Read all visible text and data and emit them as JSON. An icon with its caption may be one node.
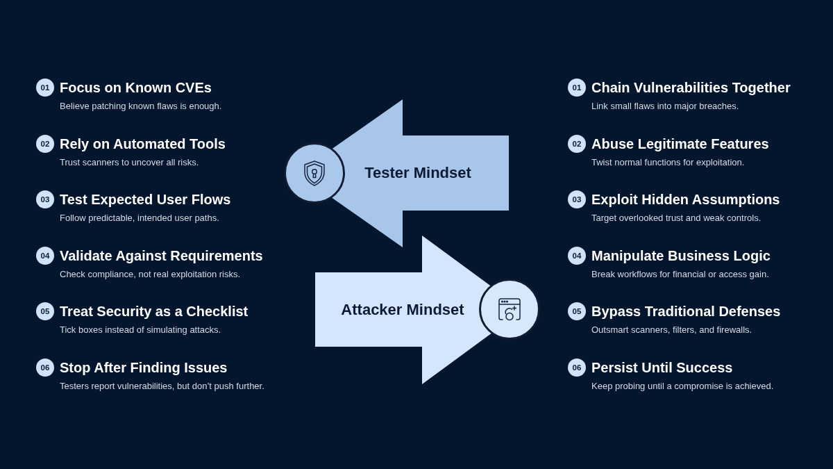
{
  "diagram": {
    "nodes": [
      {
        "text": [
          "01"
        ],
        "beside": [
          "Focus on Known CVEs",
          "Believe patching known flaws is enough."
        ]
      },
      {
        "text": [
          "02"
        ],
        "beside": [
          "Rely on Automated Tools",
          "Trust scanners to uncover all risks."
        ]
      },
      {
        "text": [
          "03"
        ],
        "beside": [
          "Test Expected User Flows",
          "Follow predictable, intended user paths."
        ]
      },
      {
        "text": [
          "04"
        ],
        "beside": [
          "Validate Against Requirements",
          "Check compliance, not real exploitation risks."
        ]
      },
      {
        "text": [
          "05"
        ],
        "beside": [
          "Treat Security as a Checklist",
          "Tick boxes instead of simulating attacks."
        ]
      },
      {
        "text": [
          "06"
        ],
        "beside": [
          "Stop After Finding Issues",
          "Testers report vulnerabilities, but don’t push further."
        ]
      },
      {
        "text": [
          "Tester Mindset"
        ]
      },
      {
        "text": [
          "Attacker Mindset"
        ]
      },
      {
        "text": [
          "01"
        ],
        "beside": [
          "Chain Vulnerabilities Together",
          "Link small flaws into major breaches."
        ]
      },
      {
        "text": [
          "02"
        ],
        "beside": [
          "Abuse Legitimate Features",
          "Twist normal functions for exploitation."
        ]
      },
      {
        "text": [
          "03"
        ],
        "beside": [
          "Exploit Hidden Assumptions",
          "Target overlooked trust and weak controls."
        ]
      },
      {
        "text": [
          "04"
        ],
        "beside": [
          "Manipulate Business Logic",
          "Break workflows for financial or access gain."
        ]
      },
      {
        "text": [
          "05"
        ],
        "beside": [
          "Bypass Traditional Defenses",
          "Outsmart scanners, filters, and firewalls."
        ]
      },
      {
        "text": [
          "06"
        ],
        "beside": [
          "Persist Until Success",
          "Keep probing until a compromise is achieved."
        ]
      }
    ]
  }
}
